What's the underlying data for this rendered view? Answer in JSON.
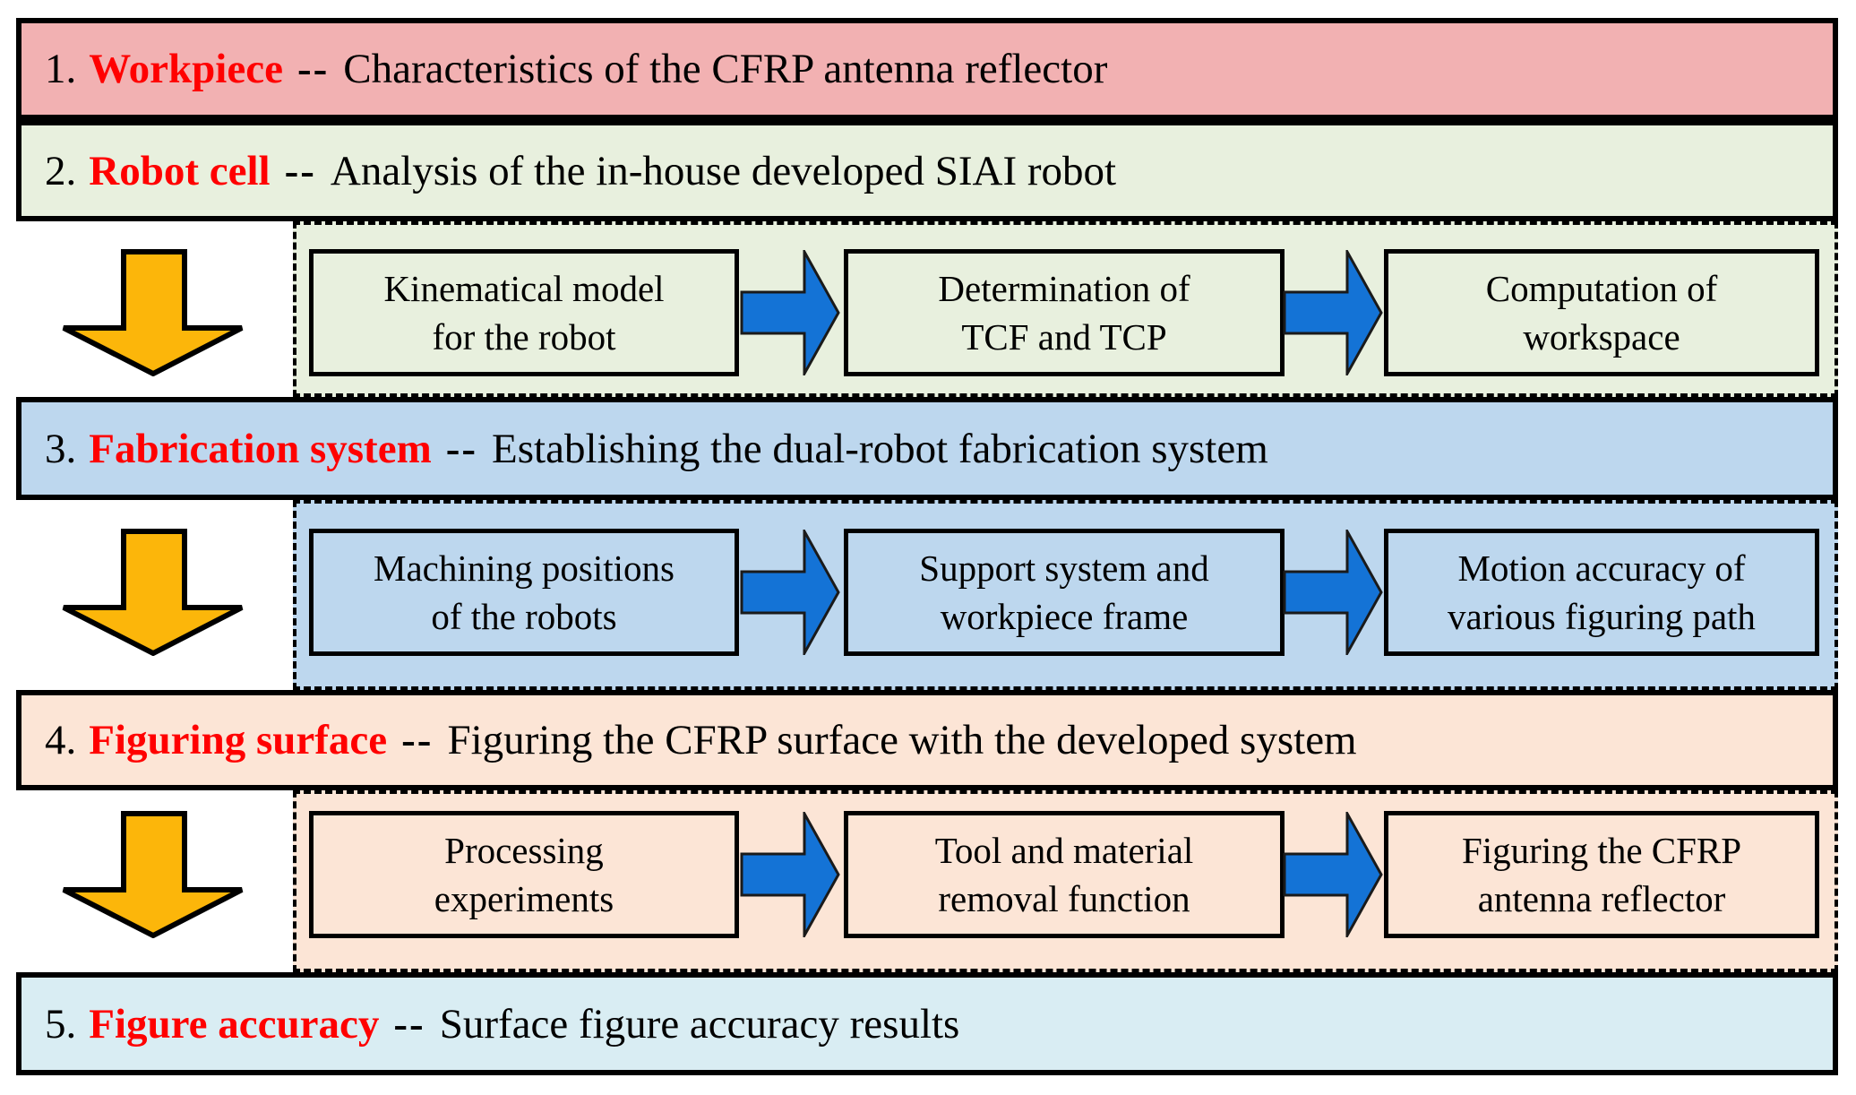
{
  "palette": {
    "band1_bg": "#f2b1b2",
    "band2_bg": "#e8f0de",
    "band3_bg": "#bdd7ee",
    "band4_bg": "#fce5d6",
    "band5_bg": "#d9edf3",
    "down_arrow_fill": "#fcb60a",
    "right_arrow_fill": "#1473d6",
    "title_red": "#ff0000",
    "border_black": "#000000"
  },
  "sections": [
    {
      "number": "1.",
      "title": "Workpiece",
      "separator": "--",
      "description": "Characteristics of the CFRP antenna reflector"
    },
    {
      "number": "2.",
      "title": "Robot cell",
      "separator": "--",
      "description": "Analysis of the in-house developed SIAI robot",
      "steps": [
        "Kinematical model\nfor the robot",
        "Determination of\nTCF and TCP",
        "Computation of\nworkspace"
      ]
    },
    {
      "number": "3.",
      "title": "Fabrication system",
      "separator": "--",
      "description": "Establishing the dual-robot fabrication system",
      "steps": [
        "Machining positions\nof the robots",
        "Support system and\nworkpiece frame",
        "Motion accuracy of\nvarious figuring path"
      ]
    },
    {
      "number": "4.",
      "title": "Figuring surface",
      "separator": "--",
      "description": "Figuring the CFRP surface with the developed system",
      "steps": [
        "Processing\nexperiments",
        "Tool and material\nremoval function",
        "Figuring the CFRP\nantenna reflector"
      ]
    },
    {
      "number": "5.",
      "title": "Figure accuracy",
      "separator": "--",
      "description": "Surface figure accuracy results"
    }
  ]
}
